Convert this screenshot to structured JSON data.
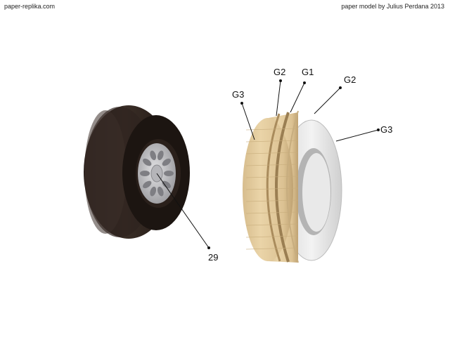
{
  "header": {
    "site": "paper-replika.com",
    "credit": "paper model by Julius Perdana 2013"
  },
  "labels": {
    "wheel": "29",
    "g3_left": "G3",
    "g2_left": "G2",
    "g1": "G1",
    "g2_right": "G2",
    "g3_right": "G3"
  },
  "colors": {
    "tire": "#2b211c",
    "tire_highlight": "#4a3b33",
    "hub": "#c9c9cb",
    "paper_tan": "#e2c99a",
    "paper_shadow": "#b89a68",
    "rim_white": "#eeeeee",
    "rim_grey": "#b8b8b8",
    "leader": "#111111"
  }
}
